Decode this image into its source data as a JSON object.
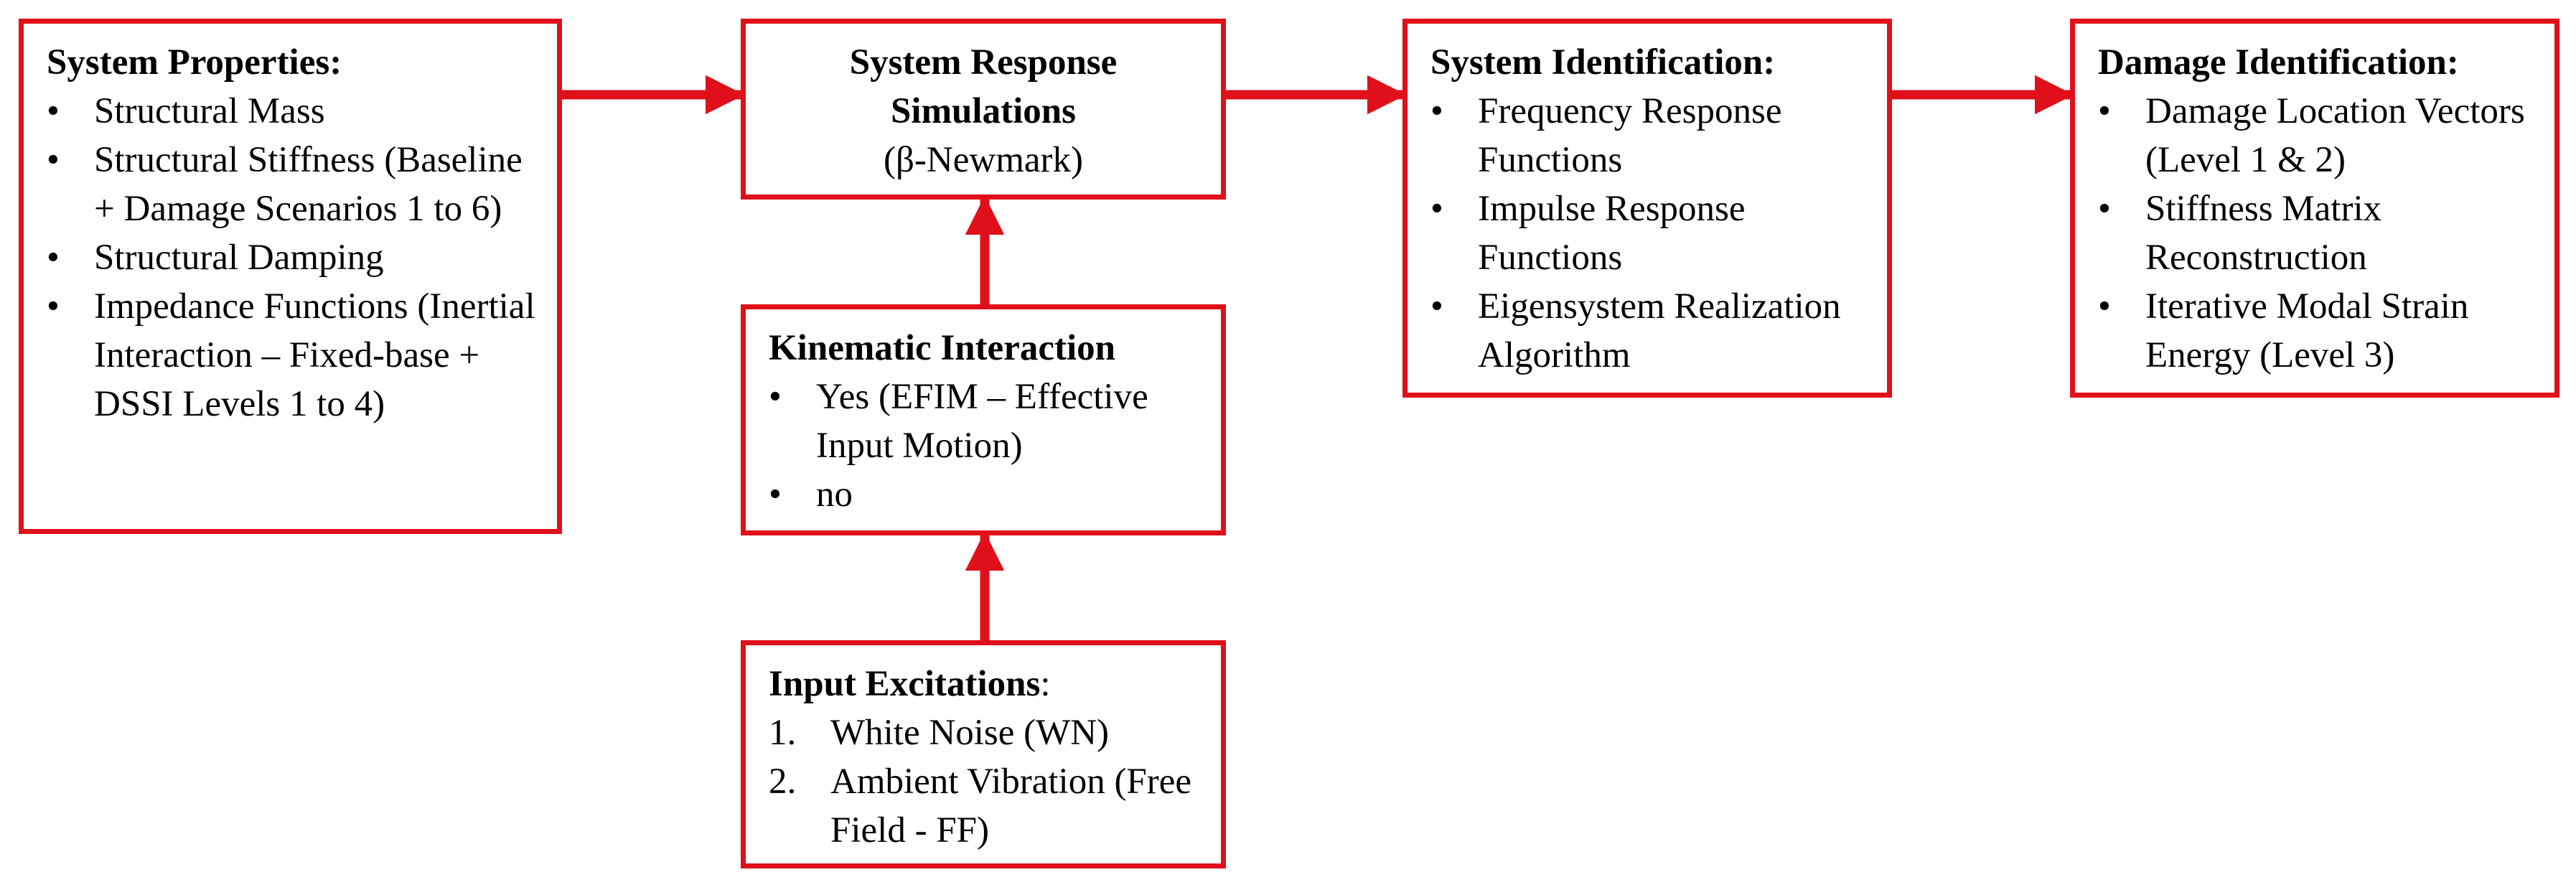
{
  "colors": {
    "accent": "#e0101b"
  },
  "system_properties": {
    "title": "System Properties:",
    "items": [
      "Structural Mass",
      "Structural Stiffness (Baseline + Damage Scenarios 1 to 6)",
      "Structural Damping",
      "Impedance Functions (Inertial Interaction – Fixed-base + DSSI Levels 1 to 4)"
    ]
  },
  "system_response": {
    "title": "System Response Simulations",
    "subtitle": "(β-Newmark)"
  },
  "kinematic_interaction": {
    "title": "Kinematic Interaction",
    "items": [
      "Yes (EFIM – Effective Input Motion)",
      "no"
    ]
  },
  "input_excitations": {
    "title": "Input Excitations",
    "title_suffix": ":",
    "items": [
      {
        "marker": "1.",
        "text": "White Noise (WN)"
      },
      {
        "marker": "2.",
        "text": "Ambient Vibration (Free Field - FF)"
      }
    ]
  },
  "system_identification": {
    "title": "System Identification:",
    "items": [
      "Frequency Response Functions",
      "Impulse Response Functions",
      "Eigensystem Realization Algorithm"
    ]
  },
  "damage_identification": {
    "title": "Damage Identification:",
    "items": [
      "Damage Location Vectors (Level 1 & 2)",
      "Stiffness Matrix Reconstruction",
      "Iterative Modal Strain Energy (Level 3)"
    ]
  },
  "bullet_glyph": "•"
}
